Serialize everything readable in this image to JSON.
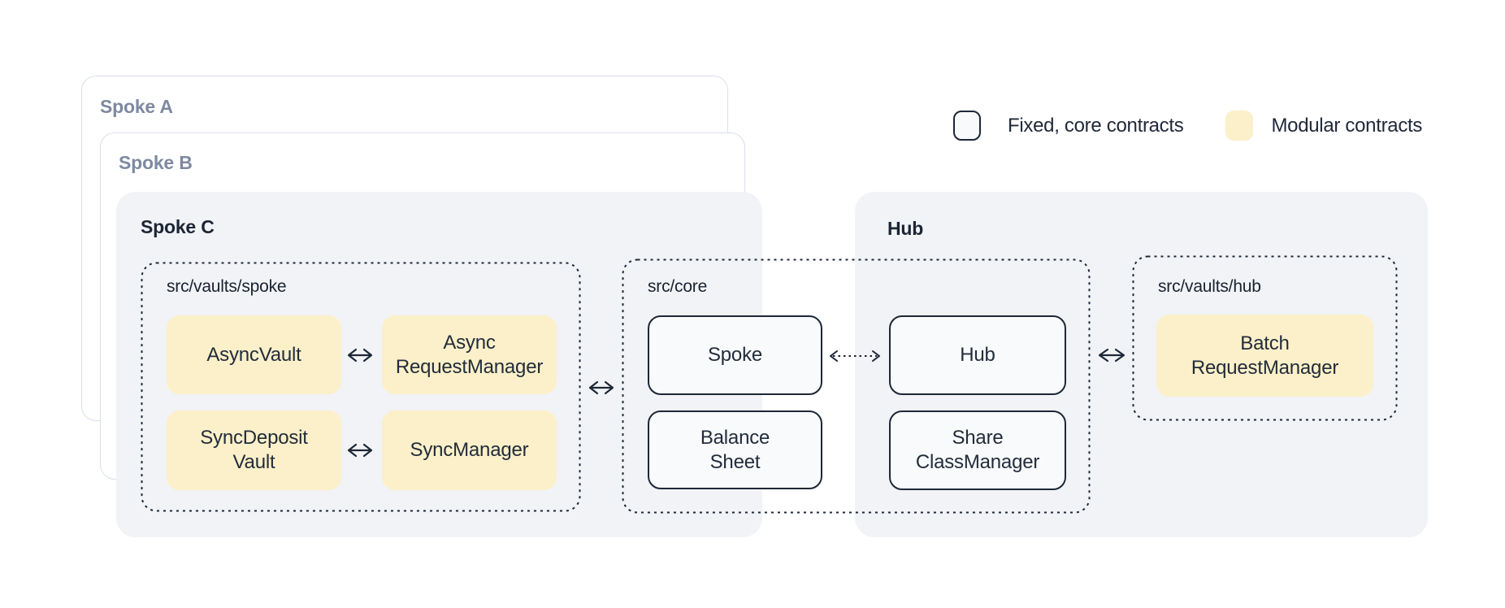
{
  "diagram": {
    "legend": {
      "items": [
        {
          "id": "fixed",
          "swatch_icon": "fixed-core-swatch",
          "label": "Fixed, core contracts"
        },
        {
          "id": "modular",
          "swatch_icon": "modular-swatch",
          "label": "Modular contracts"
        }
      ]
    },
    "containers": [
      {
        "id": "spoke-a",
        "title": "Spoke A",
        "style": "outline"
      },
      {
        "id": "spoke-b",
        "title": "Spoke B",
        "style": "outline"
      },
      {
        "id": "spoke-c",
        "title": "Spoke C",
        "style": "filled"
      },
      {
        "id": "hub",
        "title": "Hub",
        "style": "filled"
      }
    ],
    "groups": [
      {
        "id": "vaults-spoke",
        "path": "src/vaults/spoke"
      },
      {
        "id": "core",
        "path": "src/core"
      },
      {
        "id": "vaults-hub",
        "path": "src/vaults/hub"
      }
    ],
    "nodes": {
      "async_vault": {
        "label": "AsyncVault",
        "type": "modular"
      },
      "async_request_manager": {
        "label": "Async\nRequestManager",
        "type": "modular"
      },
      "sync_deposit_vault": {
        "label": "SyncDeposit\nVault",
        "type": "modular"
      },
      "sync_manager": {
        "label": "SyncManager",
        "type": "modular"
      },
      "spoke": {
        "label": "Spoke",
        "type": "fixed"
      },
      "balance_sheet": {
        "label": "Balance\nSheet",
        "type": "fixed"
      },
      "hub": {
        "label": "Hub",
        "type": "fixed"
      },
      "share_class_manager": {
        "label": "Share\nClassManager",
        "type": "fixed"
      },
      "batch_request_manager": {
        "label": "Batch\nRequestManager",
        "type": "modular"
      }
    },
    "connections": [
      {
        "from": "AsyncVault",
        "to": "AsyncRequestManager",
        "style": "solid",
        "bidirectional": true
      },
      {
        "from": "SyncDepositVault",
        "to": "SyncManager",
        "style": "solid",
        "bidirectional": true
      },
      {
        "from": "src/vaults/spoke",
        "to": "src/core",
        "style": "solid",
        "bidirectional": true
      },
      {
        "from": "Spoke",
        "to": "Hub",
        "style": "dotted",
        "bidirectional": true
      },
      {
        "from": "src/core",
        "to": "src/vaults/hub",
        "style": "solid",
        "bidirectional": true
      }
    ],
    "colors": {
      "background": "#ffffff",
      "container_fill": "#F1F3F6",
      "container_outline": "#DADFEC",
      "outline_dark": "#1E2736",
      "fixed_fill": "#F8FAFC",
      "modular_fill": "#FBF0C9",
      "muted_title": "#7E89A1",
      "text_dark": "#20293A"
    }
  }
}
